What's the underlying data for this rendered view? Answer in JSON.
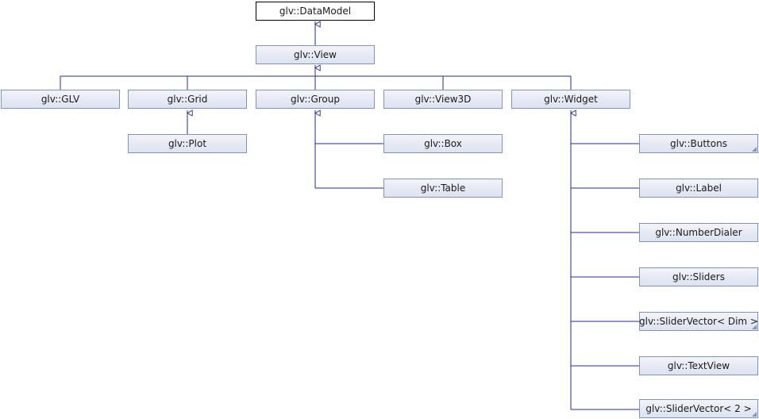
{
  "nodes": {
    "datamodel": "glv::DataModel",
    "view": "glv::View",
    "glv": "glv::GLV",
    "grid": "glv::Grid",
    "group": "glv::Group",
    "view3d": "glv::View3D",
    "widget": "glv::Widget",
    "plot": "glv::Plot",
    "box": "glv::Box",
    "table": "glv::Table",
    "buttons": "glv::Buttons",
    "label": "glv::Label",
    "numberdialer": "glv::NumberDialer",
    "sliders": "glv::Sliders",
    "slidervector_dim": "glv::SliderVector< Dim >",
    "textview": "glv::TextView",
    "slidervector_2": "glv::SliderVector< 2 >"
  },
  "colors": {
    "edge": "#1f2f8f",
    "node_border": "#8193c4"
  }
}
